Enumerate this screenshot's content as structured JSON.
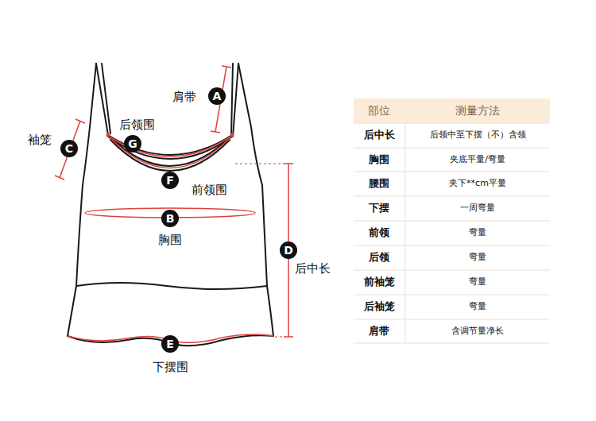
{
  "diagram": {
    "nodes": [
      {
        "text": [
          "A"
        ]
      },
      {
        "text": [
          "G"
        ]
      },
      {
        "text": [
          "C"
        ]
      },
      {
        "text": [
          "F"
        ]
      },
      {
        "text": [
          "B"
        ]
      },
      {
        "text": [
          "D"
        ]
      },
      {
        "text": [
          "E"
        ]
      }
    ],
    "labels": [
      "肩带",
      "后领围",
      "袖笼",
      "前领围",
      "胸围",
      "后中长",
      "下摆围",
      "部位",
      "测量方法",
      "后中长",
      "后领中至下摆（不）含领",
      "胸围",
      "夹底平量/弯量",
      "腰围",
      "夹下**cm平量",
      "下摆",
      "一周弯量",
      "前领",
      "弯量",
      "后领",
      "弯量",
      "前袖笼",
      "弯量",
      "后袖笼",
      "弯量",
      "肩带",
      "含调节量净长"
    ]
  }
}
